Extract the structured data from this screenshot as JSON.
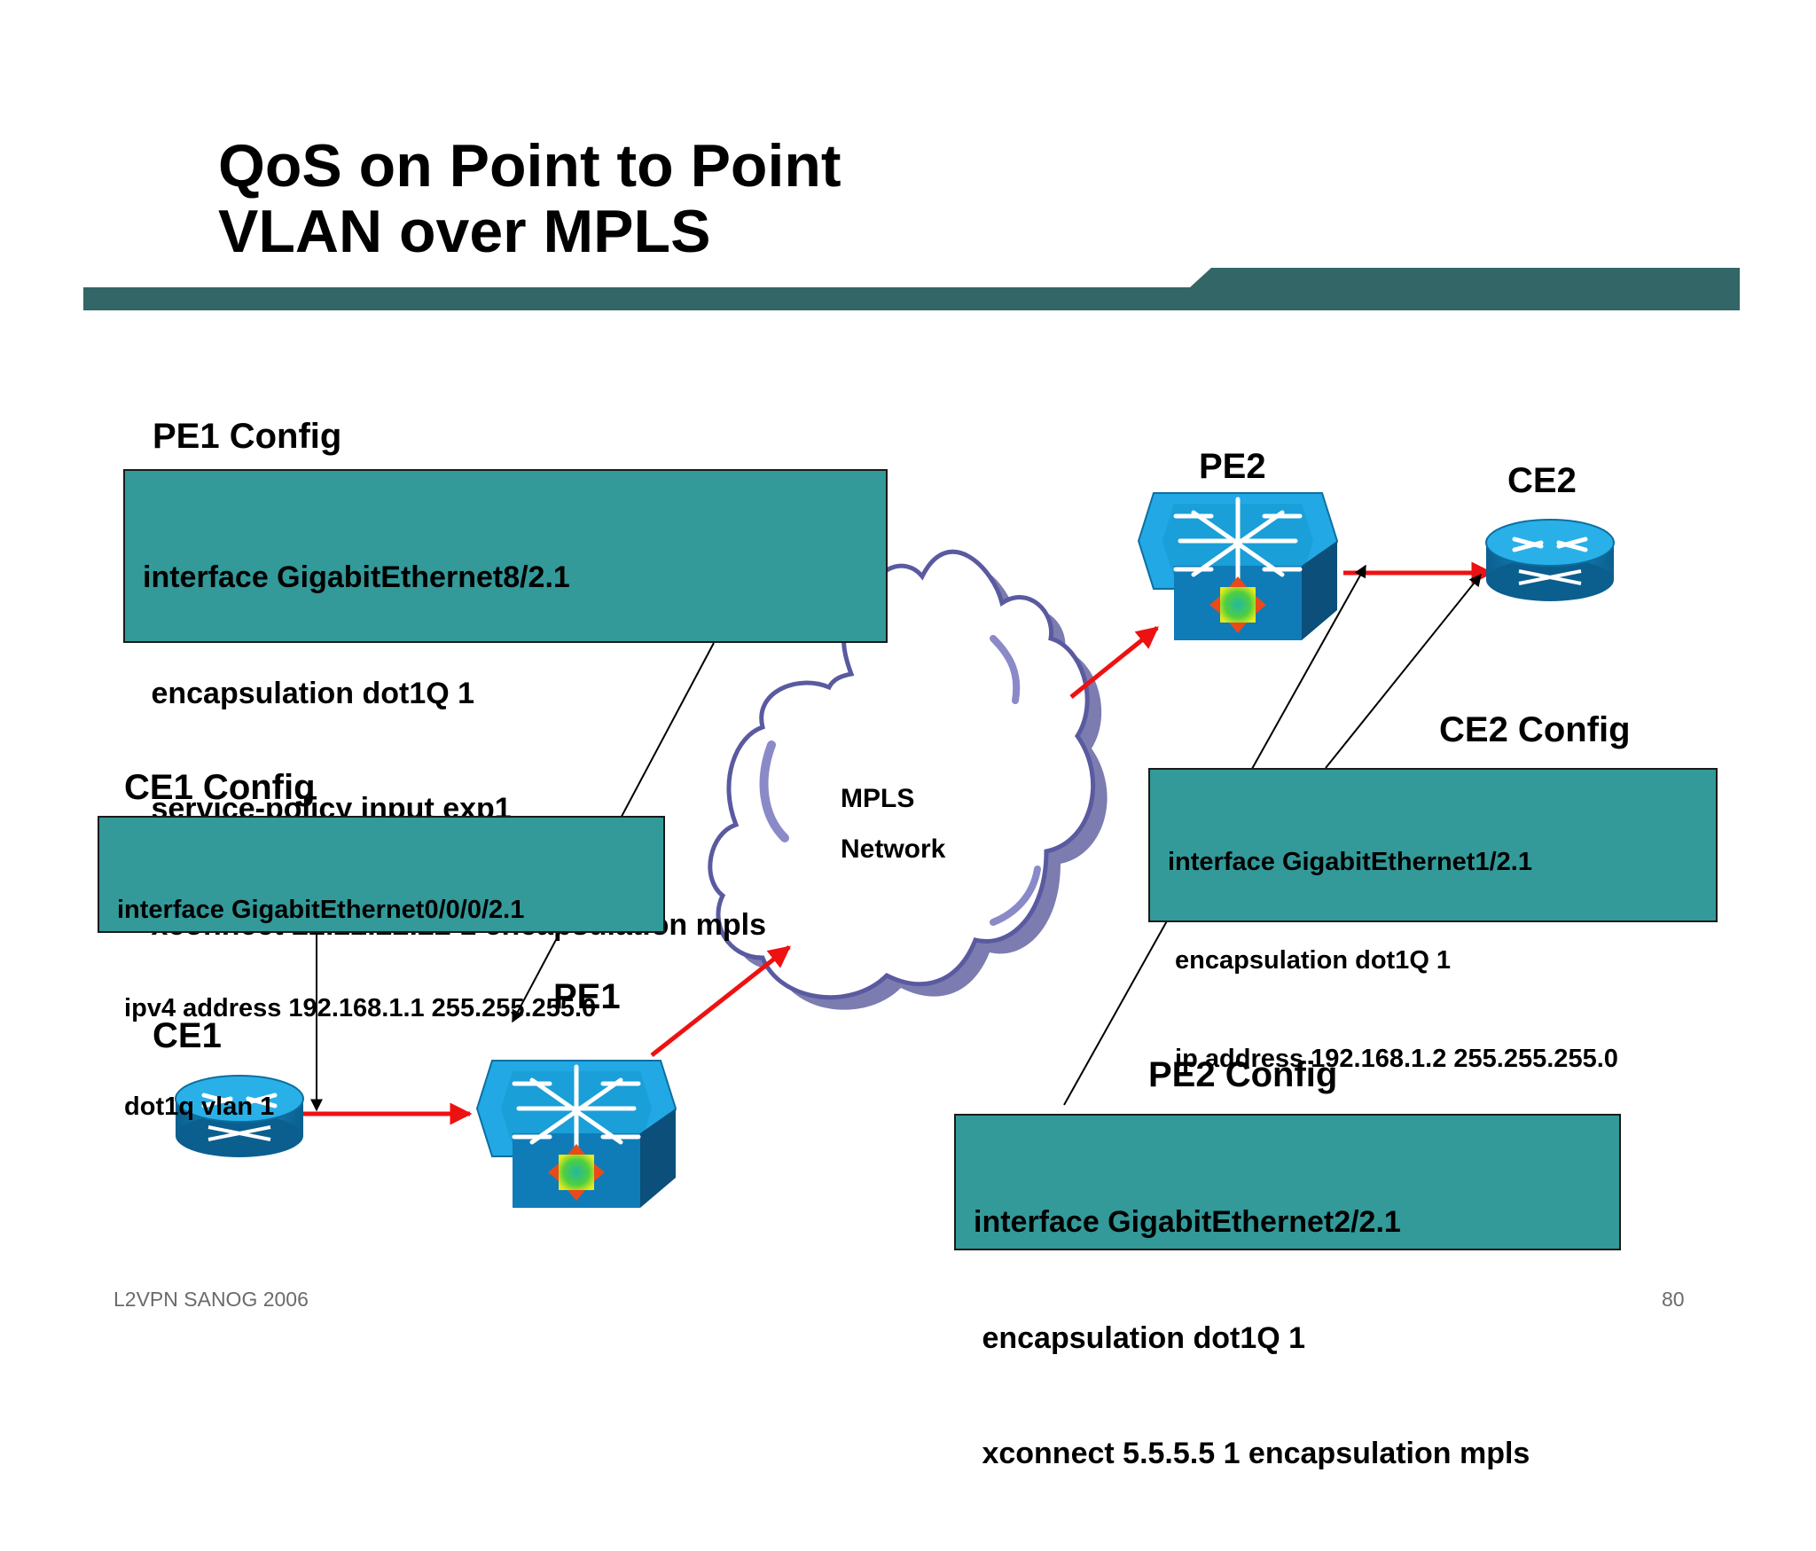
{
  "slide": {
    "title_line1": "QoS on Point to Point",
    "title_line2": "VLAN over MPLS"
  },
  "configs": {
    "pe1": {
      "heading": "PE1 Config",
      "lines": [
        "interface GigabitEthernet8/2.1",
        " encapsulation dot1Q 1",
        " service-policy input exp1",
        " xconnect 22.22.22.22 1 encapsulation mpls"
      ]
    },
    "ce1": {
      "heading": "CE1 Config",
      "lines": [
        "interface GigabitEthernet0/0/0/2.1",
        " ipv4 address 192.168.1.1 255.255.255.0",
        " dot1q vlan 1"
      ]
    },
    "ce2": {
      "heading": "CE2 Config",
      "lines": [
        "interface GigabitEthernet1/2.1",
        " encapsulation dot1Q 1",
        " ip address 192.168.1.2 255.255.255.0"
      ]
    },
    "pe2": {
      "heading": "PE2 Config",
      "lines": [
        "interface GigabitEthernet2/2.1",
        " encapsulation dot1Q 1",
        " xconnect 5.5.5.5 1 encapsulation mpls"
      ]
    }
  },
  "devices": {
    "ce1": "CE1",
    "pe1": "PE1",
    "pe2": "PE2",
    "ce2": "CE2"
  },
  "cloud": {
    "line1": "MPLS",
    "line2": "Network"
  },
  "footer": {
    "left": "L2VPN  SANOG 2006",
    "page": "80"
  },
  "colors": {
    "config_box": "#339999",
    "header_bar": "#336666",
    "link": "#ee1111",
    "router_blue": "#1a9fd8",
    "cloud_shadow": "#6e6ea8"
  }
}
